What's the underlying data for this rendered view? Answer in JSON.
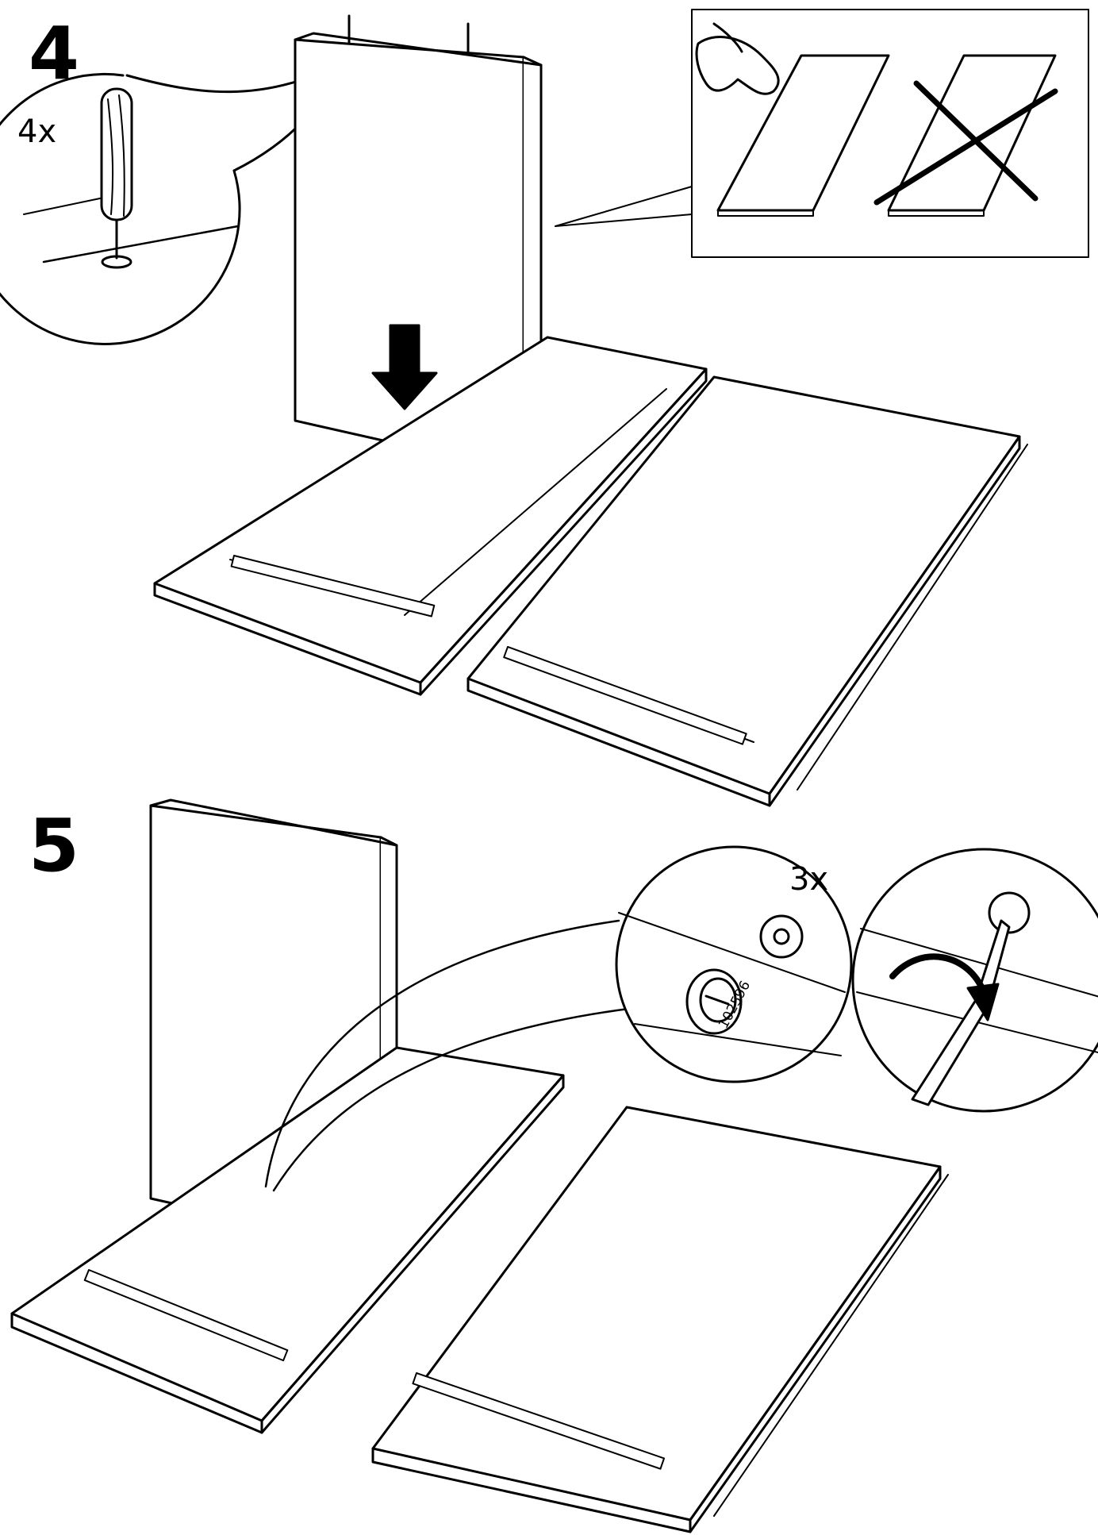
{
  "steps": [
    {
      "number": "4",
      "quantity": "4x"
    },
    {
      "number": "5",
      "quantity": "3x",
      "part_code": "102596"
    }
  ],
  "colors": {
    "ink": "#000000",
    "paper": "#ffffff"
  },
  "icons": [
    "screwdriver-icon",
    "hand-touch-icon",
    "cross-out-icon",
    "push-down-arrow-icon",
    "cam-lock-icon",
    "rotate-arrow-icon"
  ]
}
